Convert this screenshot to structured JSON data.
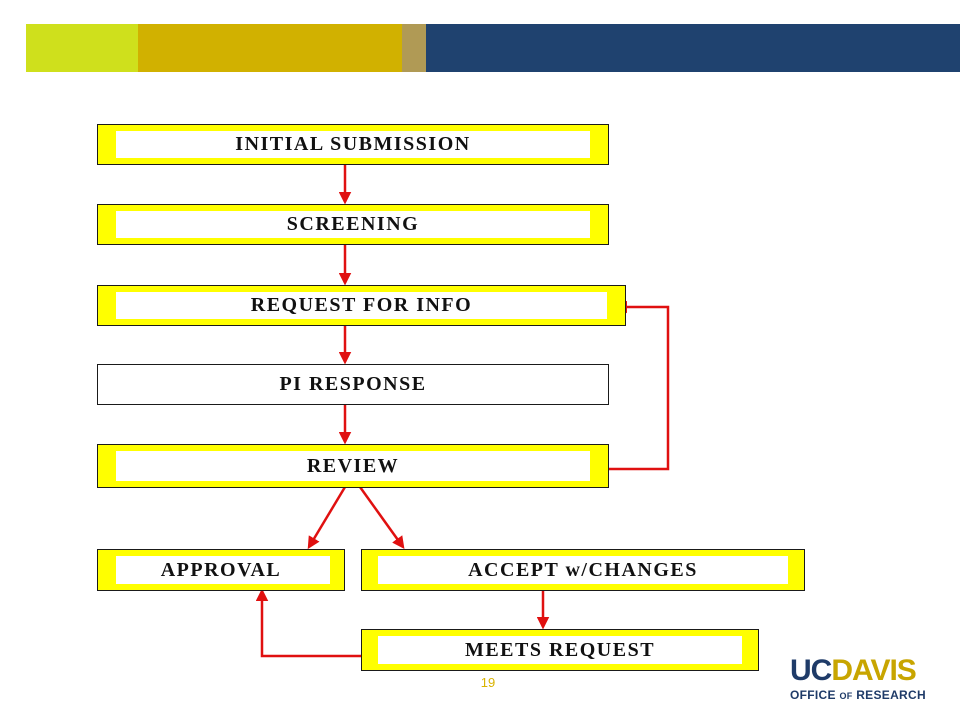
{
  "colors": {
    "band": [
      "#cfe01c",
      "#d1b100",
      "#b09a55",
      "#1f426f"
    ],
    "box_fill": "#ffff00",
    "arrow": "#e01010"
  },
  "nodes": {
    "initial_submission": "INITIAL SUBMISSION",
    "screening": "SCREENING",
    "request_for_info": "REQUEST FOR INFO",
    "pi_response": "PI RESPONSE",
    "review": "REVIEW",
    "approval": "APPROVAL",
    "accept_with_changes": "ACCEPT w/CHANGES",
    "meets_request": "MEETS REQUEST"
  },
  "footer": {
    "page_number": "19",
    "logo": {
      "uc": "UC",
      "davis": "DAVIS",
      "office": "OFFICE",
      "of": "OF",
      "research": "RESEARCH"
    }
  }
}
